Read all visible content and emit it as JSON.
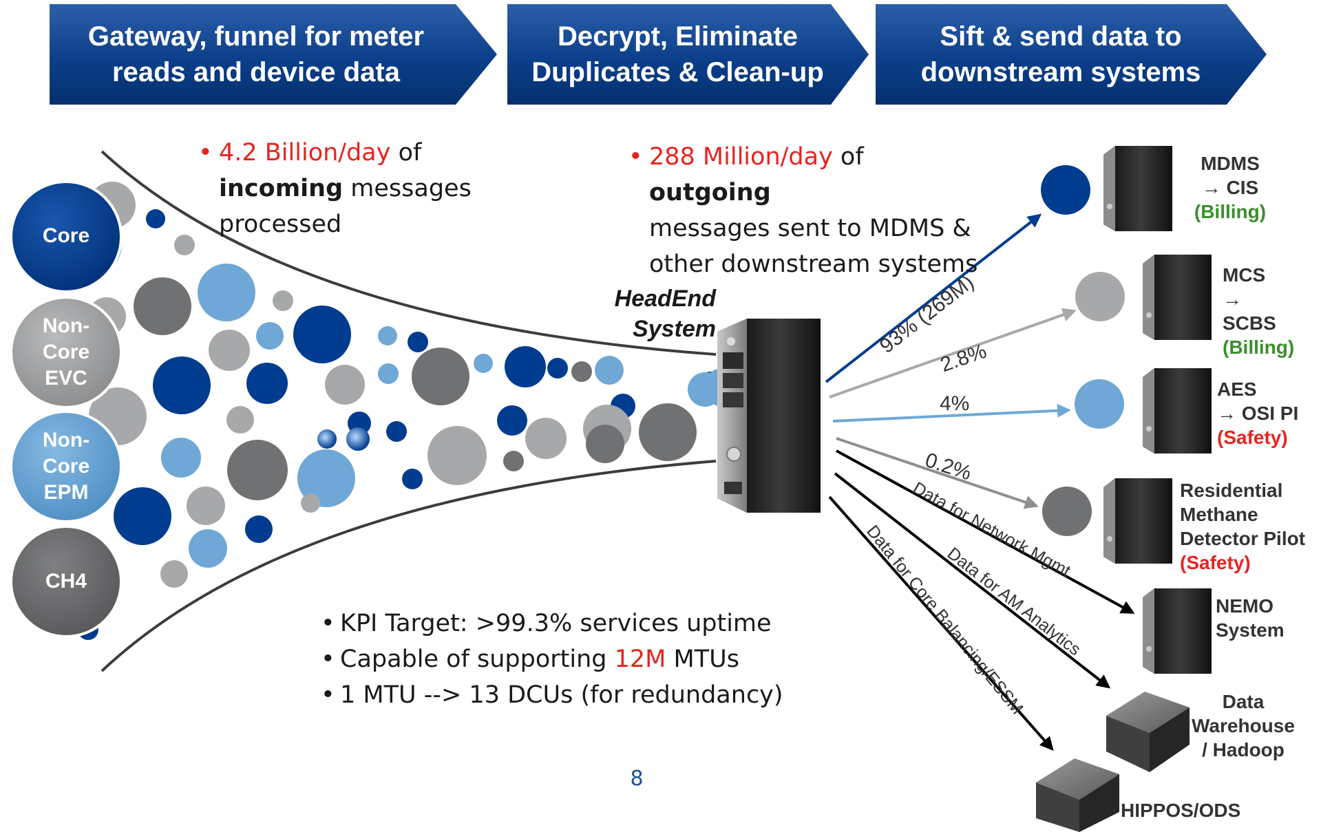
{
  "steps": [
    {
      "line1": "Gateway, funnel for meter",
      "line2": "reads and device data"
    },
    {
      "line1": "Decrypt, Eliminate",
      "line2": "Duplicates & Clean-up"
    },
    {
      "line1": "Sift & send data to",
      "line2": "downstream systems"
    }
  ],
  "sources": [
    {
      "line1": "Core",
      "line2": "",
      "line3": "",
      "color": "#003c8f"
    },
    {
      "line1": "Non-",
      "line2": "Core",
      "line3": "EVC",
      "color": "#a6a8aa"
    },
    {
      "line1": "Non-",
      "line2": "Core",
      "line3": "EPM",
      "color": "#6fa8d6"
    },
    {
      "line1": "CH4",
      "line2": "",
      "line3": "",
      "color": "#707173"
    }
  ],
  "incoming": {
    "highlight": "4.2 Billion/day",
    "of": " of",
    "bold": "incoming",
    "rest": " messages",
    "line3": "processed"
  },
  "outgoing": {
    "highlight": "288 Million/day",
    "of": " of ",
    "bold": "outgoing",
    "line2": "messages sent to MDMS &",
    "line3": "other downstream systems"
  },
  "headend": {
    "line1": "HeadEnd",
    "line2": "System"
  },
  "flows": [
    {
      "label": "93% (269M)"
    },
    {
      "label": "2.8%"
    },
    {
      "label": "4%"
    },
    {
      "label": "0.2%"
    },
    {
      "label": "Data for Network Mgmt"
    },
    {
      "label": "Data for AM Analytics"
    },
    {
      "label": "Data for Core Balancing/ESSM"
    }
  ],
  "destinations": {
    "mdms": {
      "line1": "MDMS",
      "line2": "→ CIS",
      "tag": "(Billing)"
    },
    "mcs": {
      "line1": "MCS",
      "line2": "→",
      "line3": "SCBS",
      "tag": "(Billing)"
    },
    "aes": {
      "line1": "AES",
      "line2": "→ OSI PI",
      "tag": "(Safety)"
    },
    "rmdp": {
      "line1": "Residential",
      "line2": "Methane",
      "line3": "Detector Pilot",
      "tag": "(Safety)"
    },
    "nemo": {
      "line1": "NEMO",
      "line2": "System"
    },
    "dw": {
      "line1": "Data",
      "line2": "Warehouse",
      "line3": "/ Hadoop"
    },
    "hippos": {
      "line1": "HIPPOS/ODS"
    }
  },
  "kpis": [
    {
      "pre": "KPI Target: >99.3% services uptime",
      "highlight": "",
      "post": ""
    },
    {
      "pre": "Capable of supporting ",
      "highlight": "12M",
      "post": " MTUs"
    },
    {
      "pre": "1 MTU --> 13 DCUs (for redundancy)",
      "highlight": "",
      "post": ""
    }
  ],
  "bullet": "•",
  "page_number": "8",
  "colors": {
    "dark_blue": "#003c8f",
    "light_blue": "#6fa8d6",
    "gray": "#a6a8aa",
    "dark_gray": "#707173",
    "red": "#e8231f",
    "green": "#3a8f2a"
  }
}
